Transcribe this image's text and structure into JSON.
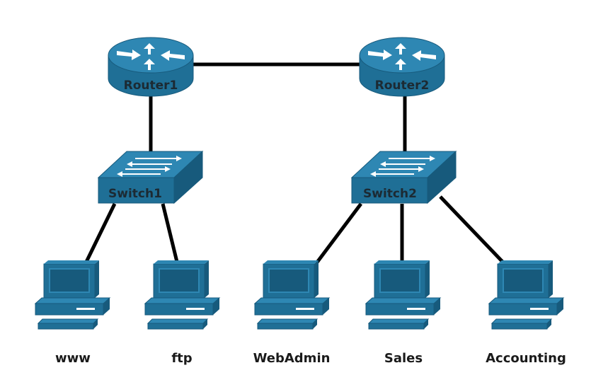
{
  "diagram": {
    "routers": [
      {
        "id": "r1",
        "label": "Router1"
      },
      {
        "id": "r2",
        "label": "Router2"
      }
    ],
    "switches": [
      {
        "id": "s1",
        "label": "Switch1"
      },
      {
        "id": "s2",
        "label": "Switch2"
      }
    ],
    "hosts": [
      {
        "id": "h1",
        "label": "www"
      },
      {
        "id": "h2",
        "label": "ftp"
      },
      {
        "id": "h3",
        "label": "WebAdmin"
      },
      {
        "id": "h4",
        "label": "Sales"
      },
      {
        "id": "h5",
        "label": "Accounting"
      }
    ],
    "links": [
      [
        "r1",
        "r2"
      ],
      [
        "r1",
        "s1"
      ],
      [
        "r2",
        "s2"
      ],
      [
        "s1",
        "h1"
      ],
      [
        "s1",
        "h2"
      ],
      [
        "s2",
        "h3"
      ],
      [
        "s2",
        "h4"
      ],
      [
        "s2",
        "h5"
      ]
    ],
    "colors": {
      "device_fill": "#1f6f96",
      "device_top": "#2e87b3",
      "device_dark": "#175a7c",
      "link": "#000000",
      "label_on_device": "#1c2a33",
      "label": "#1a1a1a"
    }
  }
}
